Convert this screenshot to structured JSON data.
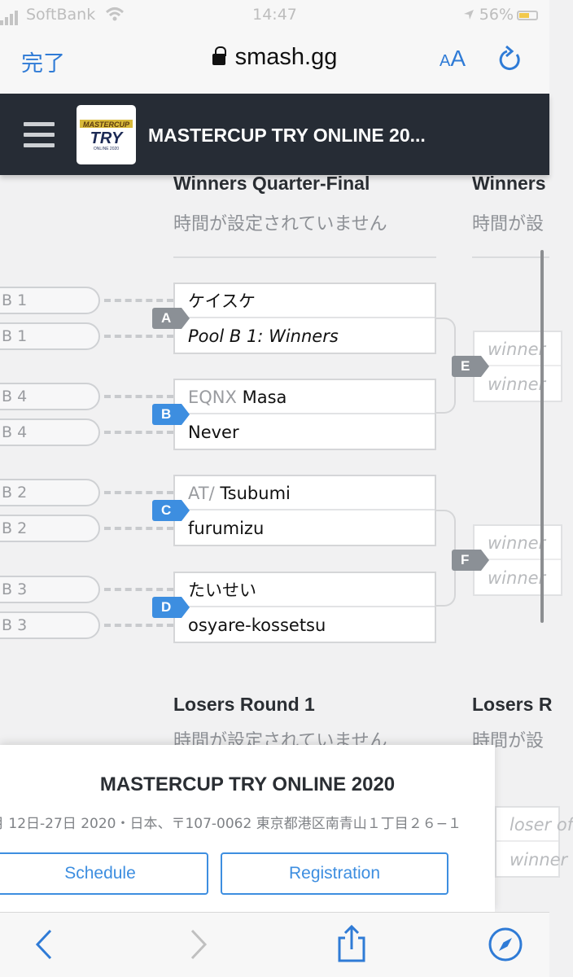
{
  "status_bar": {
    "carrier": "SoftBank",
    "time": "14:47",
    "battery": "56%"
  },
  "browser": {
    "done_label": "完了",
    "domain": "smash.gg",
    "text_size_small": "A",
    "text_size_large": "A"
  },
  "site": {
    "title": "MASTERCUP TRY ONLINE 20...",
    "logo_text_top": "MASTERCUP",
    "logo_text_main": "TRY",
    "logo_text_sub": "ONLINE 2020"
  },
  "rounds": [
    {
      "title": "Winners Quarter-Final",
      "subtitle": "時間が設定されていません"
    },
    {
      "title": "Winners",
      "subtitle": "時間が設"
    },
    {
      "title": "Losers Round 1",
      "subtitle": "時間が設定されていません"
    },
    {
      "title": "Losers R",
      "subtitle": "時間が設"
    }
  ],
  "pool_stubs": [
    "B 1",
    "B 1",
    "B 4",
    "B 4",
    "B 2",
    "B 2",
    "B 3",
    "B 3"
  ],
  "matches": [
    {
      "id": "A",
      "top_prefix": "",
      "top": "ケイスケ",
      "bottom_prefix": "",
      "bottom": "Pool B 1: Winners"
    },
    {
      "id": "B",
      "top_prefix": "EQNX ",
      "top": "Masa",
      "bottom_prefix": "",
      "bottom": "Never"
    },
    {
      "id": "C",
      "top_prefix": "AT/ ",
      "top": "Tsubumi",
      "bottom_prefix": "",
      "bottom": "furumizu"
    },
    {
      "id": "D",
      "top_prefix": "",
      "top": "たいせい",
      "bottom_prefix": "",
      "bottom": "osyare-kossetsu"
    }
  ],
  "next_matches": [
    {
      "id": "E",
      "top": "winner",
      "bottom": "winner"
    },
    {
      "id": "F",
      "top": "winner",
      "bottom": "winner"
    }
  ],
  "losers_partial": {
    "top": "loser of",
    "bottom": "winner"
  },
  "event_card": {
    "title": "MASTERCUP TRY ONLINE 2020",
    "info": "月 12日-27日 2020・日本、〒107-0062 東京都港区南青山１丁目２６−１",
    "schedule_label": "Schedule",
    "registration_label": "Registration"
  },
  "colors": {
    "accent": "#3d8ee0",
    "nav_bg": "#262c35",
    "tag_grey": "#8b9096"
  }
}
